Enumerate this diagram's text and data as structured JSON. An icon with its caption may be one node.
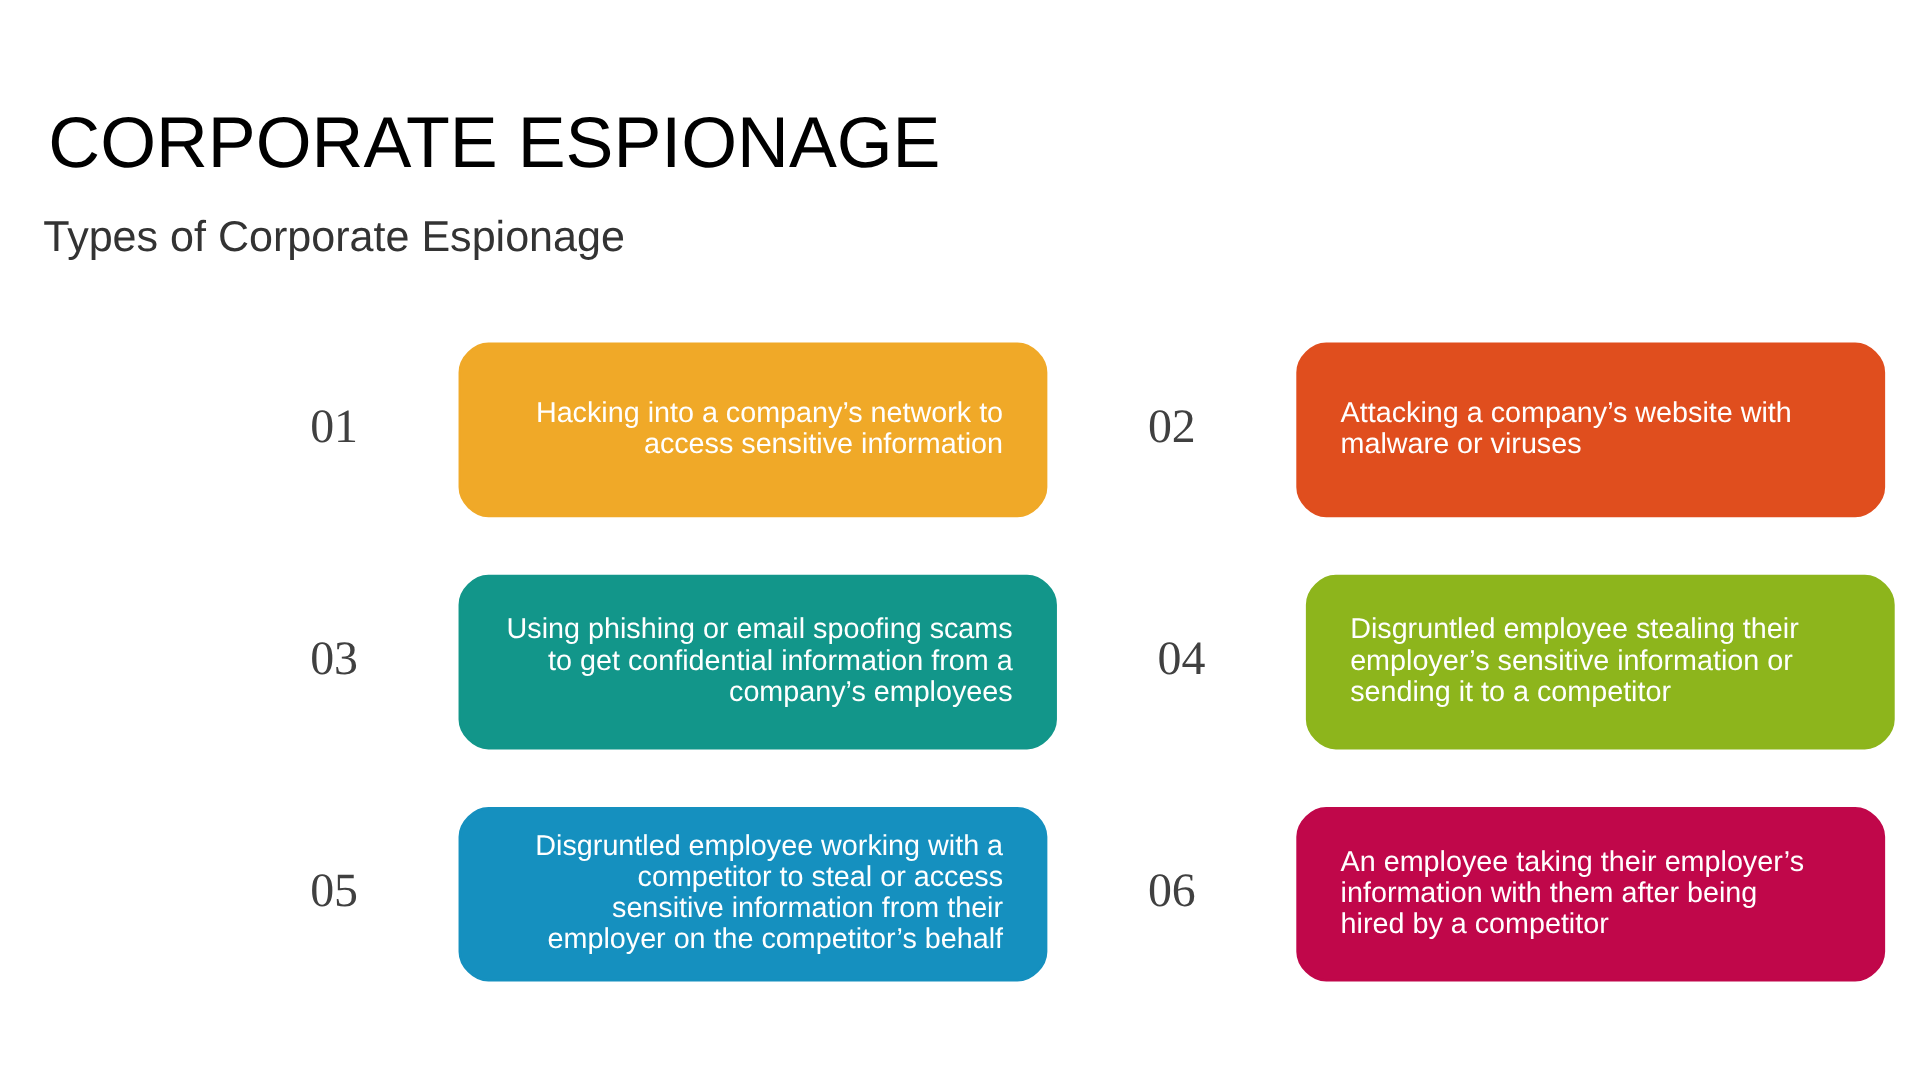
{
  "diagram": {
    "title": "CORPORATE ESPIONAGE",
    "nodes": [
      {
        "text": [
          "Hacking into a company’s network to access sensitive information"
        ],
        "beside": [
          "01"
        ]
      },
      {
        "text": [
          "Attacking a company’s website with malware or viruses"
        ],
        "beside": [
          "02"
        ]
      },
      {
        "text": [
          "Using phishing or email spoofing scams to get confidential information from a company’s employees"
        ],
        "beside": [
          "03"
        ]
      },
      {
        "text": [
          "Disgruntled employee stealing their employer’s sensitive information or sending it to a competitor"
        ],
        "beside": [
          "04"
        ]
      },
      {
        "text": [
          "Disgruntled employee working with a competitor to steal or access sensitive information from their employer on the competitor’s behalf"
        ],
        "beside": [
          "05"
        ]
      },
      {
        "text": [
          "An employee taking their employer’s information with them after being hired by a competitor"
        ],
        "beside": [
          "06"
        ]
      }
    ],
    "edges": [],
    "labels": [
      "Types of Corporate Espionage"
    ]
  }
}
